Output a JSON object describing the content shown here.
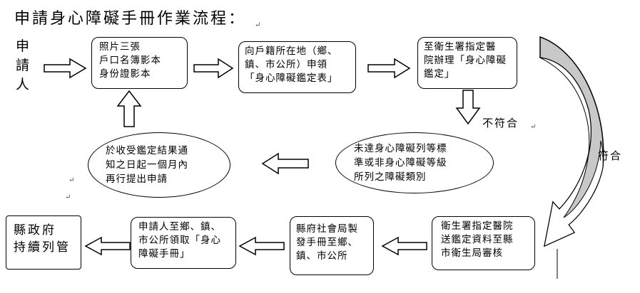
{
  "title": "申請身心障礙手冊作業流程：",
  "applicant": [
    "申",
    "請",
    "人"
  ],
  "nodes": {
    "n1": [
      "照片三張",
      "戶口名簿影本",
      "身份證影本"
    ],
    "n2": [
      "向戶籍所在地（鄉、",
      "鎮、市公所）申領",
      "「身心障礙鑑定表」"
    ],
    "n3": [
      "至衛生署指定醫",
      "院辦理「身心障礙",
      "鑑定」"
    ],
    "n4": [
      "未達身心障礙列等標",
      "準或非身心障礙等級",
      "所列之障礙類別"
    ],
    "n5": [
      "於收受鑑定結果通",
      "知之日起一個月內",
      "再行提出申請"
    ],
    "n6": [
      "衛生署指定醫院",
      "送鑑定資料至縣",
      "市衛生局審核"
    ],
    "n7": [
      "縣府社會局製",
      "發手冊至鄉、",
      "鎮、市公所"
    ],
    "n8": [
      "申請人至鄉、鎮、",
      "市公所領取「身心",
      "障礙手冊」"
    ],
    "n9": [
      "縣政府",
      "持續列管"
    ]
  },
  "labels": {
    "not_qualified": "不符合",
    "qualified": "符合"
  },
  "colors": {
    "curve_fill": "#c8c8c8",
    "stroke": "#000000"
  }
}
